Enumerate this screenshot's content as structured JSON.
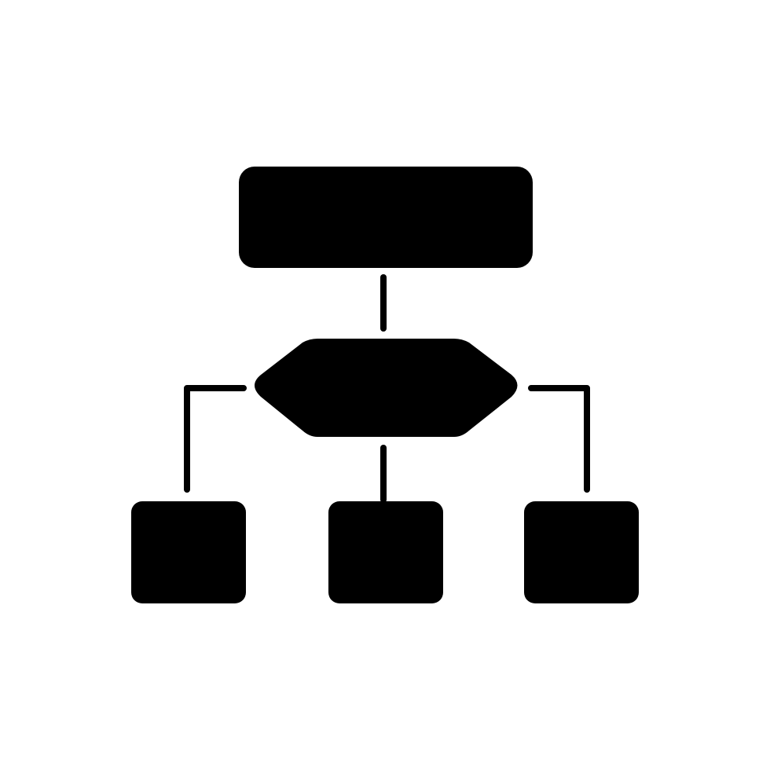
{
  "icon": {
    "name": "flowchart-icon",
    "fill_color": "#000000",
    "background_color": "#ffffff",
    "nodes": [
      {
        "name": "top-process-box",
        "shape": "rounded-rectangle"
      },
      {
        "name": "decision-hexagon",
        "shape": "hexagon"
      },
      {
        "name": "bottom-left-box",
        "shape": "rounded-square"
      },
      {
        "name": "bottom-center-box",
        "shape": "rounded-square"
      },
      {
        "name": "bottom-right-box",
        "shape": "rounded-square"
      }
    ]
  }
}
